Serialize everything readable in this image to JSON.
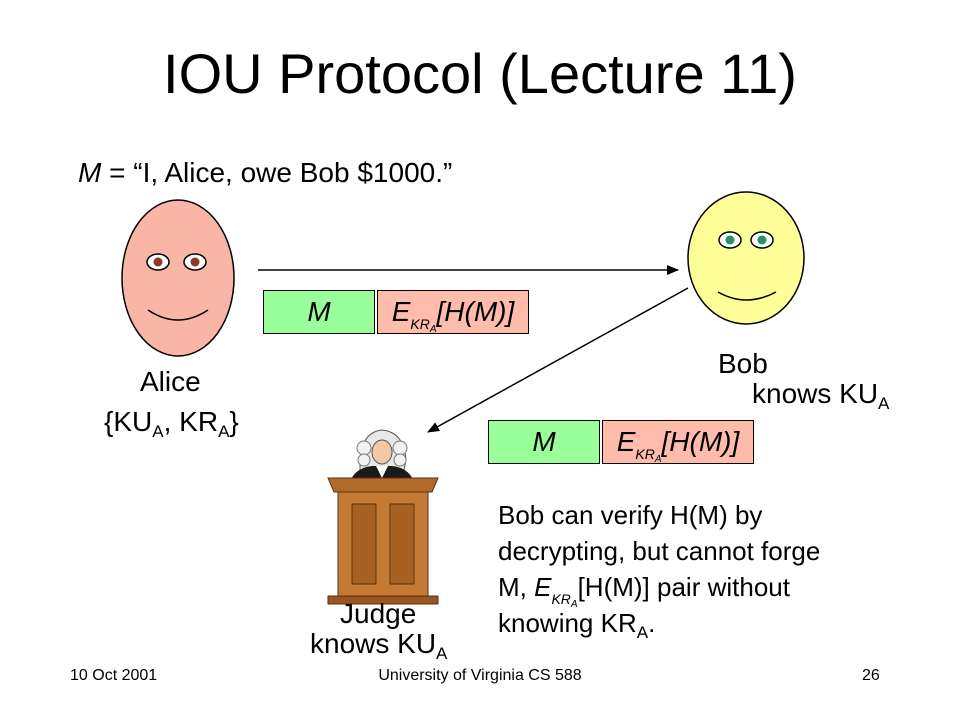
{
  "slide": {
    "title": "IOU Protocol (Lecture 11)",
    "message": {
      "var": "M",
      "text": " = “I, Alice, owe Bob $1000.”"
    },
    "alice": {
      "name": "Alice",
      "keys_prefix": "{KU",
      "keys_sub1": "A",
      "keys_mid": ", KR",
      "keys_sub2": "A",
      "keys_suffix": "}"
    },
    "bob": {
      "name": "Bob",
      "knows_prefix": "knows KU",
      "knows_sub": "A"
    },
    "judge": {
      "name": "Judge",
      "knows_prefix": "knows KU",
      "knows_sub": "A"
    },
    "packet": {
      "m_label": "M",
      "e_label": "E",
      "e_sub": "KR",
      "e_subsub": "A",
      "e_arg": "[H(M)]"
    },
    "explanation": {
      "line1": "Bob can verify H(M) by",
      "line2": "decrypting, but cannot forge",
      "line3_pre": "M, ",
      "line3_e": "E",
      "line3_sub": "KR",
      "line3_subsub": "A",
      "line3_post": "[H(M)] pair without",
      "line4_pre": "knowing KR",
      "line4_sub": "A",
      "line4_post": "."
    },
    "footer": {
      "date": "10 Oct 2001",
      "course": "University of Virginia CS 588",
      "page": "26"
    },
    "colors": {
      "alice_face": "#f9b6a6",
      "bob_face": "#ffff99",
      "m_box": "#99ff99",
      "e_box": "#ffbcab",
      "bob_eye": "#2e8b74"
    },
    "icons": [
      "alice-face-icon",
      "bob-face-icon",
      "judge-podium-icon"
    ]
  }
}
